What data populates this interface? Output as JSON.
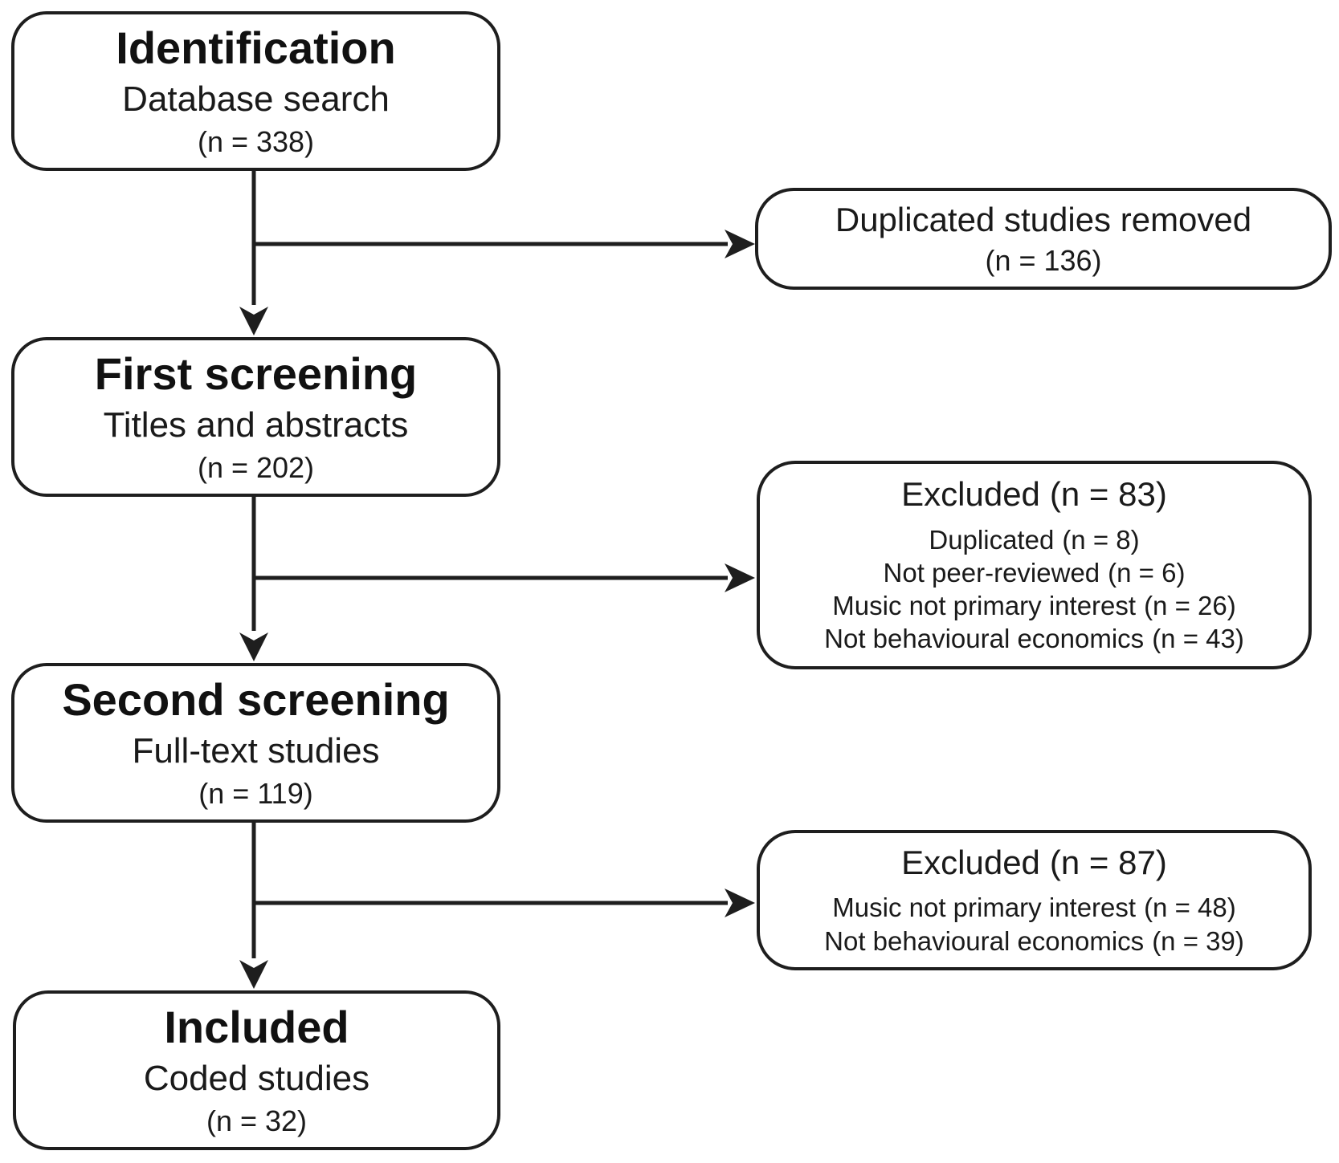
{
  "stages": [
    {
      "title": "Identification",
      "description": "Database search",
      "count": "(n = 338)"
    },
    {
      "title": "First screening",
      "description": "Titles and abstracts",
      "count": "(n = 202)"
    },
    {
      "title": "Second screening",
      "description": "Full-text studies",
      "count": "(n = 119)"
    },
    {
      "title": "Included",
      "description": "Coded studies",
      "count": "(n = 32)"
    }
  ],
  "removed": {
    "title": "Duplicated studies removed",
    "count": "(n = 136)"
  },
  "excluded_first": {
    "title": "Excluded",
    "count": "(n = 83)",
    "reasons": [
      {
        "label": "Duplicated",
        "count": "(n = 8)"
      },
      {
        "label": "Not peer-reviewed",
        "count": "(n = 6)"
      },
      {
        "label": "Music not primary interest",
        "count": "(n = 26)"
      },
      {
        "label": "Not behavioural economics",
        "count": "(n = 43)"
      }
    ]
  },
  "excluded_second": {
    "title": "Excluded",
    "count": "(n = 87)",
    "reasons": [
      {
        "label": "Music not primary interest",
        "count": "(n = 48)"
      },
      {
        "label": "Not behavioural economics",
        "count": "(n = 39)"
      }
    ]
  },
  "colors": {
    "stroke": "#1e1e1e",
    "background": "#ffffff"
  }
}
